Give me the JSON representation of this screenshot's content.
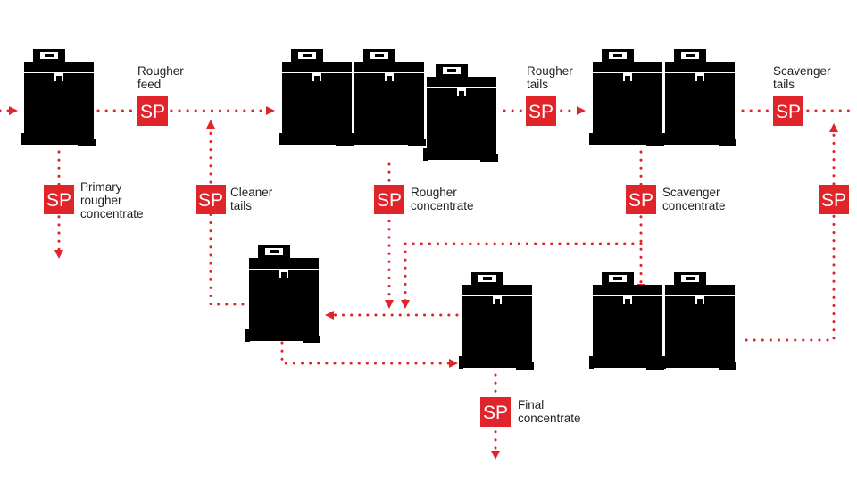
{
  "colors": {
    "accent": "#e0242a",
    "cell": "#000000",
    "text": "#1f1f1f",
    "background": "#ffffff"
  },
  "sample_point_text": "SP",
  "labels": {
    "rougher_feed": "Rougher\nfeed",
    "rougher_tails": "Rougher\ntails",
    "scavenger_tails": "Scavenger\ntails",
    "primary_rougher_concentrate": "Primary\nrougher\nconcentrate",
    "cleaner_tails": "Cleaner\ntails",
    "rougher_concentrate": "Rougher\nconcentrate",
    "scavenger_concentrate": "Scavenger\nconcentrate",
    "final_concentrate": "Final\nconcentrate"
  }
}
